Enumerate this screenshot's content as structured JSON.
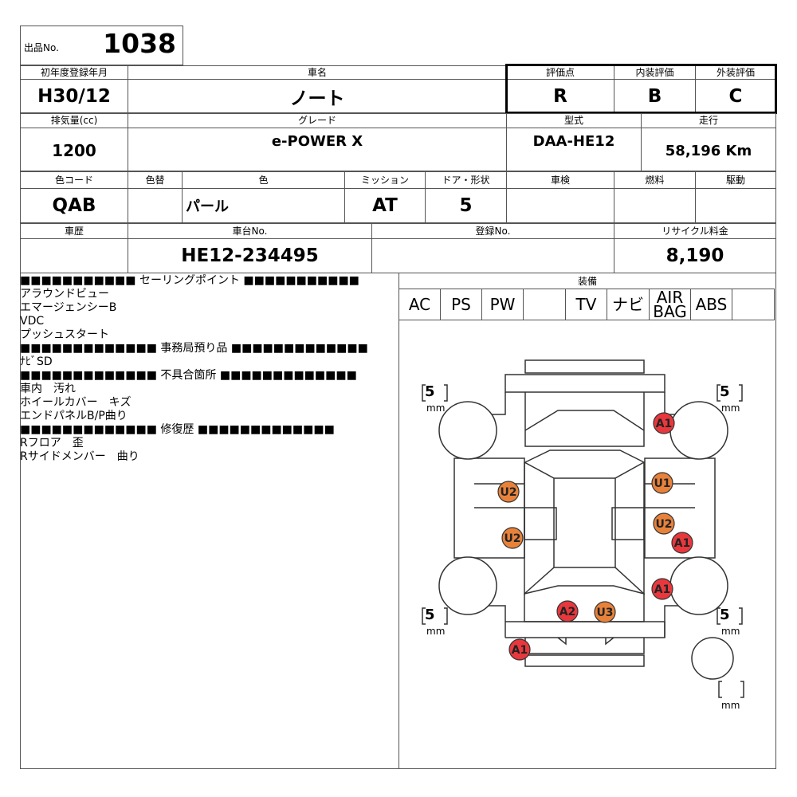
{
  "lot": {
    "label": "出品No.",
    "number": "1038"
  },
  "headers": {
    "first_reg": "初年度登録年月",
    "car_name": "車名",
    "score": "評価点",
    "interior": "内装評価",
    "exterior": "外装評価",
    "displacement": "排気量(cc)",
    "grade": "グレード",
    "model_code": "型式",
    "mileage": "走行",
    "color_code": "色コード",
    "color_change": "色替",
    "color": "色",
    "transmission": "ミッション",
    "doors": "ドア・形状",
    "inspection": "車検",
    "fuel": "燃料",
    "drive": "駆動",
    "history": "車歴",
    "chassis": "車台No.",
    "registration": "登録No.",
    "recycle": "リサイクル料金",
    "equipment": "装備"
  },
  "values": {
    "first_reg": "H30/12",
    "car_name": "ノート",
    "score": "R",
    "interior": "B",
    "exterior": "C",
    "displacement": "1200",
    "grade": "e-POWER X",
    "model_code": "DAA-HE12",
    "mileage": "58,196 Km",
    "color_code": "QAB",
    "color_change": "",
    "color": "パール",
    "transmission": "AT",
    "doors": "5",
    "inspection": "",
    "fuel": "",
    "drive": "",
    "history": "",
    "chassis": "HE12-234495",
    "registration": "",
    "recycle": "8,190"
  },
  "notes": [
    "■■■■■■■■■■■ セーリングポイント ■■■■■■■■■■■",
    "アラウンドビュー",
    "エマージェンシーB",
    "VDC",
    "プッシュスタート",
    "■■■■■■■■■■■■■ 事務局預り品 ■■■■■■■■■■■■■",
    "ﾅﾋﾞSD",
    "■■■■■■■■■■■■■ 不具合箇所 ■■■■■■■■■■■■■",
    "車内　汚れ",
    "ホイールカバー　キズ",
    "エンドパネルB/P曲り",
    "■■■■■■■■■■■■■ 修復歴 ■■■■■■■■■■■■■",
    "Rフロア　歪",
    "Rサイドメンバー　曲り"
  ],
  "equipment": [
    "AC",
    "PS",
    "PW",
    "",
    "TV",
    "ナビ",
    "AIR BAG",
    "ABS",
    ""
  ],
  "tire": {
    "value": "5",
    "unit": "mm",
    "spare_value": ""
  },
  "damage_marks": [
    {
      "code": "A1",
      "severity": "red"
    },
    {
      "code": "U1",
      "severity": "orange"
    },
    {
      "code": "U2",
      "severity": "orange"
    },
    {
      "code": "U2",
      "severity": "orange"
    },
    {
      "code": "U2",
      "severity": "orange"
    },
    {
      "code": "A1",
      "severity": "red"
    },
    {
      "code": "A1",
      "severity": "red"
    },
    {
      "code": "A2",
      "severity": "red"
    },
    {
      "code": "U3",
      "severity": "orange"
    },
    {
      "code": "A1",
      "severity": "red"
    }
  ],
  "colors": {
    "red": "#e8383d",
    "orange": "#e8823a"
  }
}
